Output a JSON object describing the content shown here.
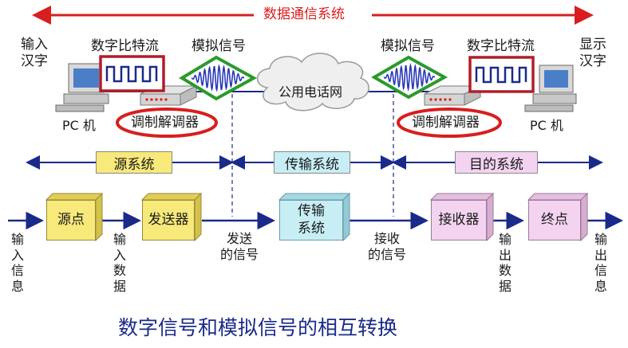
{
  "title_top": "数据通信系统",
  "left_pc": {
    "input_label": "输入\n汉字",
    "pc_label": "PC 机"
  },
  "right_pc": {
    "output_label": "显示\n汉字",
    "pc_label": "PC 机"
  },
  "digital_left": "数字比特流",
  "digital_right": "数字比特流",
  "analog_left": "模拟信号",
  "analog_right": "模拟信号",
  "cloud": "公用电话网",
  "modem_left": "调制解调器",
  "modem_right": "调制解调器",
  "systems": {
    "source": "源系统",
    "transmission": "传输系统",
    "destination": "目的系统"
  },
  "blocks": {
    "source_point": "源点",
    "transmitter": "发送器",
    "transmission": "传输\n系统",
    "receiver": "接收器",
    "destination_point": "终点"
  },
  "flow_labels": {
    "input_info": "输\n入\n信\n息",
    "input_data": "输\n入\n数\n据",
    "sent_signal": "发送\n的信号",
    "received_signal": "接收\n的信号",
    "output_data": "输\n出\n数\n据",
    "output_info": "输\n出\n信\n息"
  },
  "caption": "数字信号和模拟信号的相互转换",
  "colors": {
    "accent_red": "#d81e1e",
    "navy": "#1a2a8a",
    "green": "#2a9a2a",
    "box_yellow": "#f7e97a",
    "box_cyan": "#c8eef5",
    "box_pink": "#f3d3ef"
  }
}
